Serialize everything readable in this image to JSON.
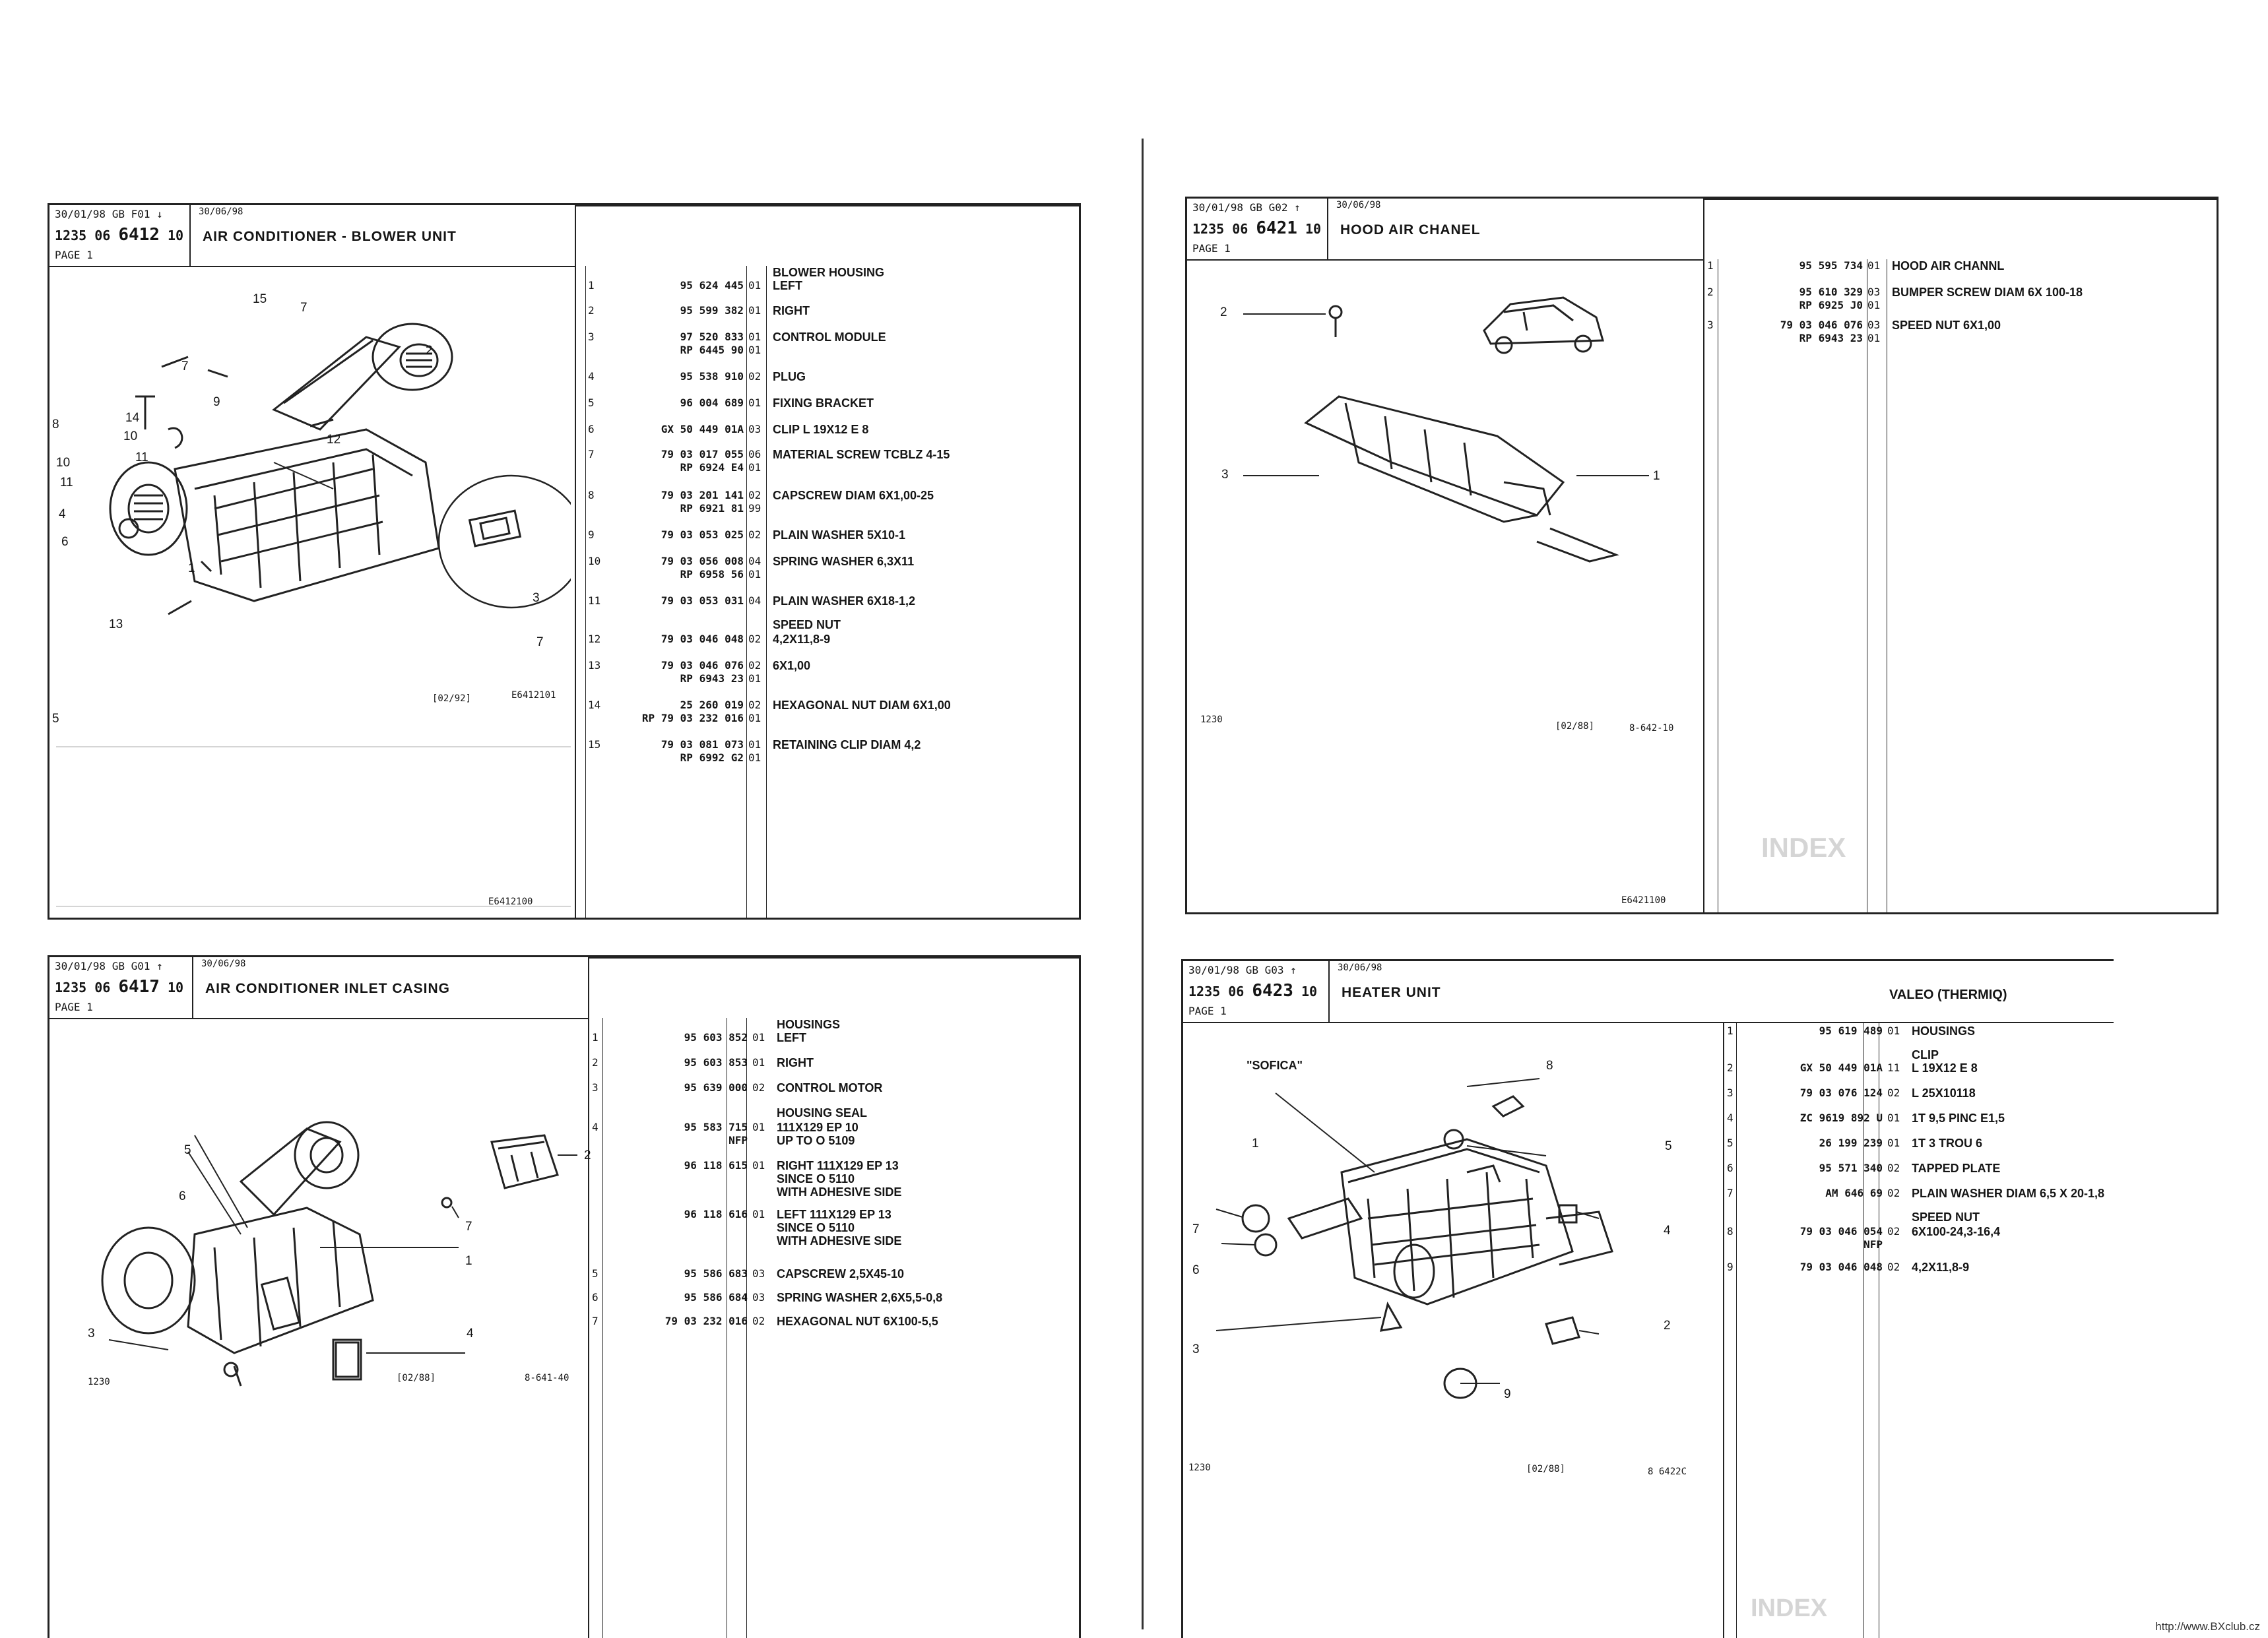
{
  "sheets": [
    {
      "id": "blower",
      "date_left": "30/01/98  GB  F01 ↓",
      "code_prefix": "1235 06",
      "code_main": "6412",
      "code_suffix": "10",
      "page": "PAGE 1",
      "date_mid": "30/06/98",
      "title": "AIR CONDITIONER - BLOWER UNIT",
      "brand": "",
      "ref_code": "E6412101",
      "bottom_code": "E6412100",
      "date_tag": "[02/92]",
      "rows": [
        {
          "n": "",
          "pn": "",
          "q": "",
          "d": "BLOWER HOUSING"
        },
        {
          "n": "1",
          "pn": "95 624 445",
          "q": "01",
          "d": "LEFT"
        },
        {
          "n": "2",
          "pn": "95 599 382",
          "q": "01",
          "d": "RIGHT"
        },
        {
          "n": "3",
          "pn": "97 520 833",
          "q": "01",
          "d": "CONTROL MODULE"
        },
        {
          "n": "",
          "pn": "RP 6445 90",
          "q": "01",
          "d": ""
        },
        {
          "n": "4",
          "pn": "95 538 910",
          "q": "02",
          "d": "PLUG"
        },
        {
          "n": "5",
          "pn": "96 004 689",
          "q": "01",
          "d": "FIXING BRACKET"
        },
        {
          "n": "6",
          "pn": "GX 50 449 01A",
          "q": "03",
          "d": "CLIP L 19X12 E 8"
        },
        {
          "n": "7",
          "pn": "79 03 017 055",
          "q": "06",
          "d": "MATERIAL SCREW TCBLZ 4-15"
        },
        {
          "n": "",
          "pn": "RP 6924 E4",
          "q": "01",
          "d": ""
        },
        {
          "n": "8",
          "pn": "79 03 201 141",
          "q": "02",
          "d": "CAPSCREW DIAM 6X1,00-25"
        },
        {
          "n": "",
          "pn": "RP 6921 81",
          "q": "99",
          "d": ""
        },
        {
          "n": "9",
          "pn": "79 03 053 025",
          "q": "02",
          "d": "PLAIN WASHER 5X10-1"
        },
        {
          "n": "10",
          "pn": "79 03 056 008",
          "q": "04",
          "d": "SPRING WASHER 6,3X11"
        },
        {
          "n": "",
          "pn": "RP 6958 56",
          "q": "01",
          "d": ""
        },
        {
          "n": "11",
          "pn": "79 03 053 031",
          "q": "04",
          "d": "PLAIN WASHER 6X18-1,2"
        },
        {
          "n": "",
          "pn": "",
          "q": "",
          "d": "SPEED NUT"
        },
        {
          "n": "12",
          "pn": "79 03 046 048",
          "q": "02",
          "d": "4,2X11,8-9"
        },
        {
          "n": "13",
          "pn": "79 03 046 076",
          "q": "02",
          "d": "6X1,00"
        },
        {
          "n": "",
          "pn": "RP 6943 23",
          "q": "01",
          "d": ""
        },
        {
          "n": "14",
          "pn": "25 260 019",
          "q": "02",
          "d": "HEXAGONAL NUT DIAM 6X1,00"
        },
        {
          "n": "",
          "pn": "RP 79 03 232 016",
          "q": "01",
          "d": ""
        },
        {
          "n": "15",
          "pn": "79 03 081 073",
          "q": "01",
          "d": "RETAINING CLIP DIAM 4,2"
        },
        {
          "n": "",
          "pn": "RP 6992 G2",
          "q": "01",
          "d": ""
        }
      ],
      "callouts": [
        "15",
        "7",
        "7",
        "2",
        "9",
        "14",
        "8",
        "10",
        "12",
        "10",
        "11",
        "11",
        "4",
        "6",
        "1",
        "13",
        "3",
        "7",
        "5"
      ]
    },
    {
      "id": "hood",
      "date_left": "30/01/98  GB  G02 ↑",
      "code_prefix": "1235 06",
      "code_main": "6421",
      "code_suffix": "10",
      "page": "PAGE 1",
      "date_mid": "30/06/98",
      "title": "HOOD AIR CHANEL",
      "brand": "",
      "ref_code": "8-642-10",
      "bottom_code": "E6421100",
      "date_tag": "[02/88]",
      "side_num": "1230",
      "rows": [
        {
          "n": "1",
          "pn": "95 595 734",
          "q": "01",
          "d": "HOOD AIR CHANNL"
        },
        {
          "n": "2",
          "pn": "95 610 329",
          "q": "03",
          "d": "BUMPER SCREW DIAM 6X 100-18"
        },
        {
          "n": "",
          "pn": "RP 6925 J0",
          "q": "01",
          "d": ""
        },
        {
          "n": "3",
          "pn": "79 03 046 076",
          "q": "03",
          "d": "SPEED NUT 6X1,00"
        },
        {
          "n": "",
          "pn": "RP 6943 23",
          "q": "01",
          "d": ""
        }
      ],
      "callouts": [
        "2",
        "3",
        "1"
      ]
    },
    {
      "id": "inlet",
      "date_left": "30/01/98  GB  G01 ↑",
      "code_prefix": "1235 06",
      "code_main": "6417",
      "code_suffix": "10",
      "page": "PAGE 1",
      "date_mid": "30/06/98",
      "title": "AIR CONDITIONER INLET CASING",
      "brand": "",
      "ref_code": "8-641-40",
      "bottom_code": "",
      "date_tag": "[02/88]",
      "side_num": "1230",
      "rows": [
        {
          "n": "",
          "pn": "",
          "q": "",
          "d": "HOUSINGS"
        },
        {
          "n": "1",
          "pn": "95 603 852",
          "q": "01",
          "d": "LEFT"
        },
        {
          "n": "2",
          "pn": "95 603 853",
          "q": "01",
          "d": "RIGHT"
        },
        {
          "n": "3",
          "pn": "95 639 000",
          "q": "02",
          "d": "CONTROL MOTOR"
        },
        {
          "n": "",
          "pn": "",
          "q": "",
          "d": "HOUSING SEAL"
        },
        {
          "n": "4",
          "pn": "95 583 715",
          "q": "01",
          "d": "111X129 EP 10"
        },
        {
          "n": "",
          "pn": "NFP",
          "q": "",
          "d": "UP TO O 5109"
        },
        {
          "n": "",
          "pn": "96 118 615",
          "q": "01",
          "d": "RIGHT 111X129 EP 13"
        },
        {
          "n": "",
          "pn": "",
          "q": "",
          "d": "SINCE O 5110"
        },
        {
          "n": "",
          "pn": "",
          "q": "",
          "d": "WITH ADHESIVE SIDE"
        },
        {
          "n": "",
          "pn": "96 118 616",
          "q": "01",
          "d": "LEFT 111X129 EP 13"
        },
        {
          "n": "",
          "pn": "",
          "q": "",
          "d": "SINCE O 5110"
        },
        {
          "n": "",
          "pn": "",
          "q": "",
          "d": "WITH ADHESIVE SIDE"
        },
        {
          "n": "5",
          "pn": "95 586 683",
          "q": "03",
          "d": "CAPSCREW 2,5X45-10"
        },
        {
          "n": "6",
          "pn": "95 586 684",
          "q": "03",
          "d": "SPRING WASHER 2,6X5,5-0,8"
        },
        {
          "n": "7",
          "pn": "79 03 232 016",
          "q": "02",
          "d": "HEXAGONAL NUT 6X100-5,5"
        }
      ],
      "callouts": [
        "5",
        "6",
        "2",
        "7",
        "1",
        "3",
        "4"
      ]
    },
    {
      "id": "heater",
      "date_left": "30/01/98  GB  G03 ↑",
      "code_prefix": "1235 06",
      "code_main": "6423",
      "code_suffix": "10",
      "page": "PAGE 1",
      "date_mid": "30/06/98",
      "title": "HEATER UNIT",
      "brand": "VALEO (THERMIQ)",
      "ref_code": "8 6422C",
      "bottom_code": "",
      "date_tag": "[02/88]",
      "side_num": "1230",
      "variant": "\"SOFICA\"",
      "rows": [
        {
          "n": "1",
          "pn": "95 619 489",
          "q": "01",
          "d": "HOUSINGS"
        },
        {
          "n": "",
          "pn": "",
          "q": "",
          "d": "CLIP"
        },
        {
          "n": "2",
          "pn": "GX 50 449 01A",
          "q": "11",
          "d": "L 19X12 E 8"
        },
        {
          "n": "3",
          "pn": "79 03 076 124",
          "q": "02",
          "d": "L 25X10118"
        },
        {
          "n": "4",
          "pn": "ZC 9619 892 U",
          "q": "01",
          "d": "1T 9,5 PINC E1,5"
        },
        {
          "n": "5",
          "pn": "26 199 239",
          "q": "01",
          "d": "1T 3 TROU 6"
        },
        {
          "n": "6",
          "pn": "95 571 340",
          "q": "02",
          "d": "TAPPED PLATE"
        },
        {
          "n": "7",
          "pn": "AM 646 69",
          "q": "02",
          "d": "PLAIN WASHER DIAM 6,5 X 20-1,8"
        },
        {
          "n": "",
          "pn": "",
          "q": "",
          "d": "SPEED NUT"
        },
        {
          "n": "8",
          "pn": "79 03 046 054",
          "q": "02",
          "d": "6X100-24,3-16,4"
        },
        {
          "n": "",
          "pn": "NFP",
          "q": "",
          "d": ""
        },
        {
          "n": "9",
          "pn": "79 03 046 048",
          "q": "02",
          "d": "4,2X11,8-9"
        }
      ],
      "callouts": [
        "8",
        "1",
        "5",
        "4",
        "7",
        "6",
        "3",
        "2",
        "9"
      ]
    }
  ],
  "ghost_index": "INDEX",
  "footer_url": "http://www.BXclub.cz"
}
